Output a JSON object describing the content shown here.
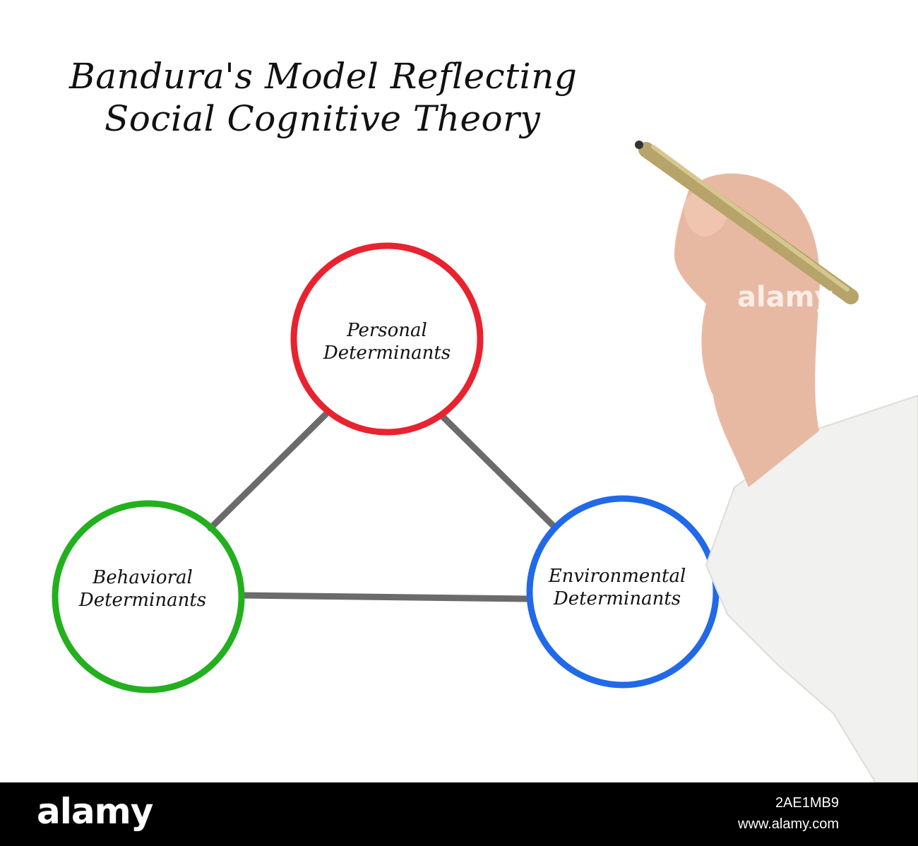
{
  "title": {
    "line1": "Bandura's Model Reflecting",
    "line2": "Social Cognitive Theory"
  },
  "nodes": {
    "personal": {
      "line1": "Personal",
      "line2": "Determinants",
      "color": "#e8232f"
    },
    "behavioral": {
      "line1": "Behavioral",
      "line2": "Determinants",
      "color": "#22b01e"
    },
    "environmental": {
      "line1": "Environmental",
      "line2": "Determinants",
      "color": "#2169e8"
    }
  },
  "connector_color": "#6b6b6b",
  "watermark": "alamy",
  "footer": {
    "logo": "alamy",
    "image_id": "2AE1MB9",
    "site": "www.alamy.com"
  }
}
